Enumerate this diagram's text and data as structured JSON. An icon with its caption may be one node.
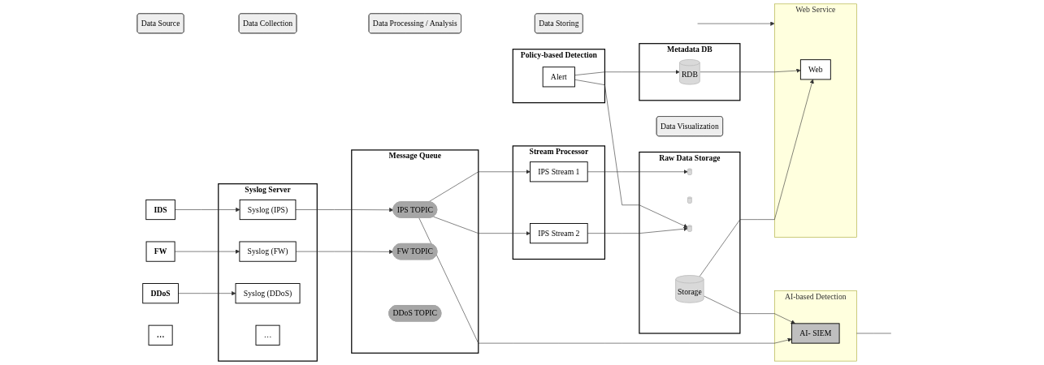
{
  "diagram": {
    "nodes": [
      {
        "text": [
          "Data Source"
        ]
      },
      {
        "text": [
          "Data Collection"
        ]
      },
      {
        "text": [
          "Data Processing / Analysis"
        ]
      },
      {
        "text": [
          "Data Storing"
        ]
      },
      {
        "text": [
          "Data Visualization"
        ]
      },
      {
        "text": [
          "IDS"
        ]
      },
      {
        "text": [
          "FW"
        ]
      },
      {
        "text": [
          "DDoS"
        ]
      },
      {
        "text": [
          "…"
        ]
      },
      {
        "text": [
          "Syslog Server"
        ]
      },
      {
        "text": [
          "Syslog (IPS)"
        ],
        "in": 9
      },
      {
        "text": [
          "Syslog (FW)"
        ],
        "in": 9
      },
      {
        "text": [
          "Syslog (DDoS)"
        ],
        "in": 9
      },
      {
        "text": [
          "…"
        ],
        "in": 9
      },
      {
        "text": [
          "Message Queue"
        ]
      },
      {
        "text": [
          "IPS TOPIC"
        ],
        "in": 14
      },
      {
        "text": [
          "FW TOPIC"
        ],
        "in": 14
      },
      {
        "text": [
          "DDoS TOPIC"
        ],
        "in": 14
      },
      {
        "text": [
          "Stream Processor"
        ]
      },
      {
        "text": [
          "IPS Stream 1"
        ],
        "in": 18
      },
      {
        "text": [
          "IPS Stream 2"
        ],
        "in": 18
      },
      {
        "text": [
          "Policy-based Detection"
        ]
      },
      {
        "text": [
          "Alert"
        ],
        "in": 21
      },
      {
        "text": [
          "AI-based Detection"
        ]
      },
      {
        "text": [
          "AI- SIEM"
        ],
        "in": 23
      },
      {
        "text": [
          "Raw Data Storage"
        ]
      },
      {
        "text": [],
        "shape": "cylinder",
        "in": 25
      },
      {
        "text": [],
        "shape": "cylinder",
        "in": 25
      },
      {
        "text": [],
        "shape": "cylinder",
        "in": 25
      },
      {
        "text": [
          "Storage"
        ],
        "in": 25
      },
      {
        "text": [
          "Metadata DB"
        ]
      },
      {
        "text": [
          "RDB"
        ],
        "in": 30
      },
      {
        "text": [
          "Web Service"
        ]
      },
      {
        "text": [
          "Web"
        ],
        "in": 32
      }
    ],
    "edges": [
      {
        "from": 5,
        "to": 10,
        "arrow": "to"
      },
      {
        "from": 6,
        "to": 11,
        "arrow": "to"
      },
      {
        "from": 7,
        "to": 12,
        "arrow": "to"
      },
      {
        "from": 10,
        "to": 15,
        "arrow": "to"
      },
      {
        "from": 11,
        "to": 16,
        "arrow": "to"
      },
      {
        "from": 15,
        "to": 19,
        "arrow": "to"
      },
      {
        "from": 15,
        "to": 20,
        "arrow": "to"
      },
      {
        "from": 15,
        "to": 24,
        "arrow": "to"
      },
      {
        "from": 19,
        "to": 26,
        "arrow": "to"
      },
      {
        "from": 20,
        "to": 28,
        "arrow": "to"
      },
      {
        "from": 22,
        "to": 28,
        "arrow": "to"
      },
      {
        "from": 22,
        "to": 31,
        "arrow": "to"
      },
      {
        "from": 29,
        "to": 24,
        "arrow": "to"
      },
      {
        "from": 29,
        "to": 33,
        "arrow": "to"
      },
      {
        "from": 31,
        "to": 33,
        "arrow": "to"
      },
      {
        "from": null,
        "to": 32,
        "arrow": "to"
      },
      {
        "from": 23,
        "to": null,
        "arrow": "none"
      }
    ]
  }
}
